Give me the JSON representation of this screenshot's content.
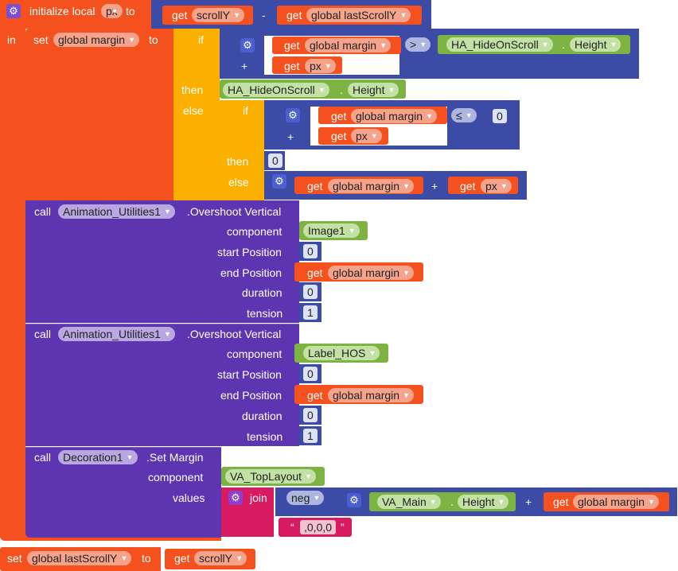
{
  "init": {
    "keyword": "initialize local",
    "var_name": "px",
    "to": "to",
    "get1_kw": "get",
    "get1_var": "scrollY",
    "minus": "-",
    "get2_kw": "get",
    "get2_var": "global lastScrollY",
    "in": "in"
  },
  "set_margin": {
    "set_kw": "set",
    "var": "global margin",
    "to": "to",
    "if": "if",
    "cond_get": "get",
    "cond_var": "global margin",
    "cond_plus": "+",
    "cond_get2": "get",
    "cond_var2": "px",
    "cond_op": ">",
    "cond_comp": "HA_HideOnScroll",
    "cond_dot": ".",
    "cond_prop": "Height",
    "then": "then",
    "then_comp": "HA_HideOnScroll",
    "then_dot": ".",
    "then_prop": "Height",
    "else": "else",
    "if2": "if",
    "if2_get": "get",
    "if2_var": "global margin",
    "if2_plus": "+",
    "if2_get2": "get",
    "if2_var2": "px",
    "if2_op": "≤",
    "if2_num": "0",
    "then2": "then",
    "then2_num": "0",
    "else2": "else",
    "else2_get": "get",
    "else2_var": "global margin",
    "else2_plus": "+",
    "else2_get2": "get",
    "else2_var2": "px"
  },
  "call1": {
    "call": "call",
    "component": "Animation_Utilities1",
    "method": ".Overshoot Vertical",
    "p_component": "component",
    "v_component": "Image1",
    "p_start": "start Position",
    "v_start": "0",
    "p_end": "end Position",
    "v_end_get": "get",
    "v_end_var": "global margin",
    "p_duration": "duration",
    "v_duration": "0",
    "p_tension": "tension",
    "v_tension": "1"
  },
  "call2": {
    "call": "call",
    "component": "Animation_Utilities1",
    "method": ".Overshoot Vertical",
    "p_component": "component",
    "v_component": "Label_HOS",
    "p_start": "start Position",
    "v_start": "0",
    "p_end": "end Position",
    "v_end_get": "get",
    "v_end_var": "global margin",
    "p_duration": "duration",
    "v_duration": "0",
    "p_tension": "tension",
    "v_tension": "1"
  },
  "call3": {
    "call": "call",
    "component": "Decoration1",
    "method": ".Set Margin",
    "p_component": "component",
    "v_component": "VA_TopLayout",
    "p_values": "values",
    "join": "join",
    "neg": "neg",
    "neg_comp": "VA_Main",
    "neg_dot": ".",
    "neg_prop": "Height",
    "neg_plus": "+",
    "neg_get": "get",
    "neg_var": "global margin",
    "str_open": "“",
    "str_value": ",0,0,0",
    "str_close": "”"
  },
  "set_last": {
    "set_kw": "set",
    "var": "global lastScrollY",
    "to": "to",
    "get_kw": "get",
    "get_var": "scrollY"
  }
}
